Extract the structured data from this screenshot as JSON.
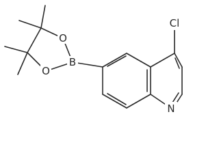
{
  "atoms": {
    "o1": "O",
    "o2": "O",
    "b": "B",
    "cl": "Cl",
    "n": "N"
  }
}
